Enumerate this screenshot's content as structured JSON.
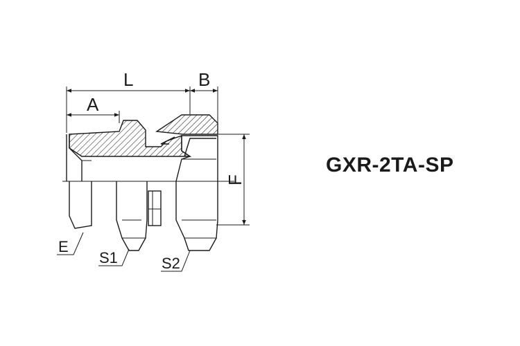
{
  "part_code": "GXR-2TA-SP",
  "dimensions": {
    "L": "L",
    "B": "B",
    "A": "A",
    "F": "F",
    "E": "E",
    "S1": "S1",
    "S2": "S2"
  }
}
